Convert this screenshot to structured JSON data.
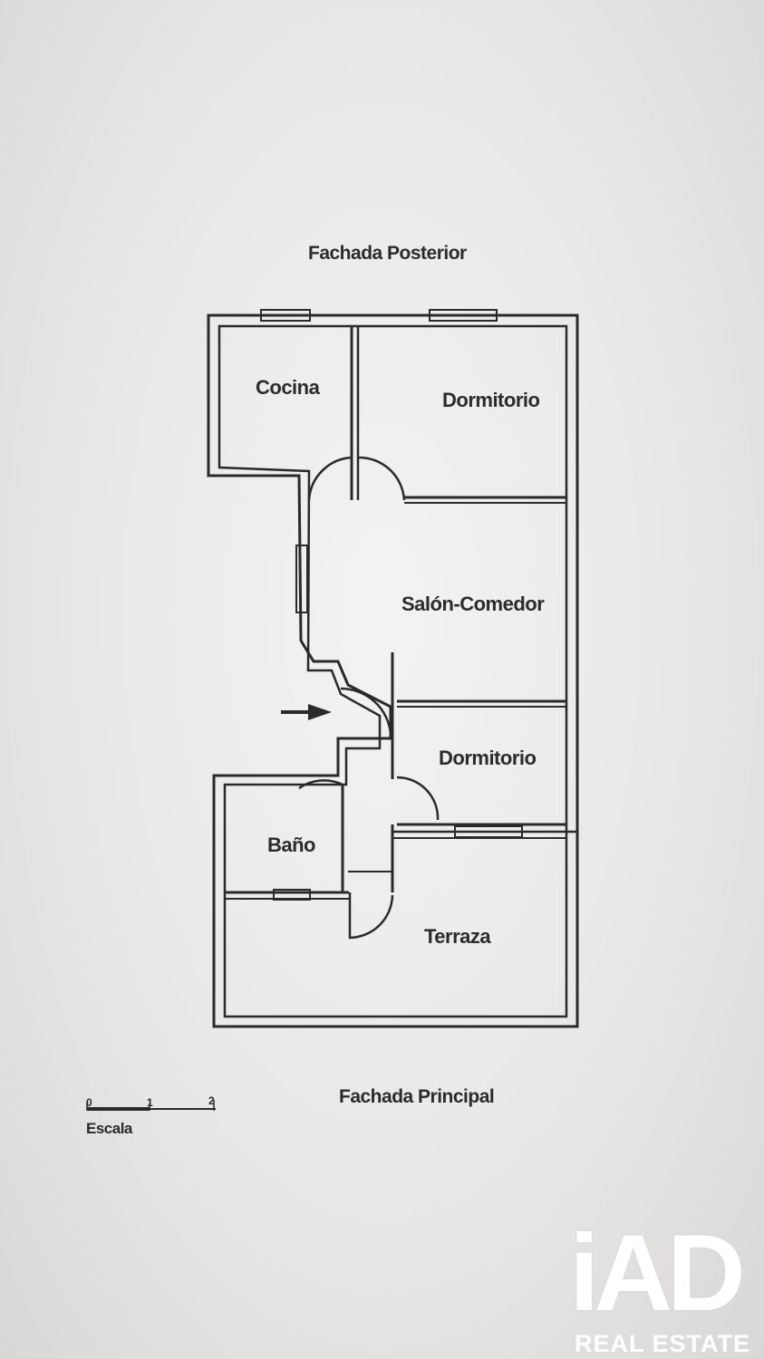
{
  "plan": {
    "top_label": "Fachada Posterior",
    "bottom_label": "Fachada Principal",
    "rooms": {
      "cocina": "Cocina",
      "dormitorio_1": "Dormitorio",
      "salon": "Salón-Comedor",
      "dormitorio_2": "Dormitorio",
      "bano": "Baño",
      "terraza": "Terraza"
    },
    "scale": {
      "label": "Escala",
      "ticks": [
        "0",
        "1",
        "2"
      ]
    }
  },
  "logo": {
    "mark": "iAD",
    "subtitle": "REAL ESTATE"
  }
}
